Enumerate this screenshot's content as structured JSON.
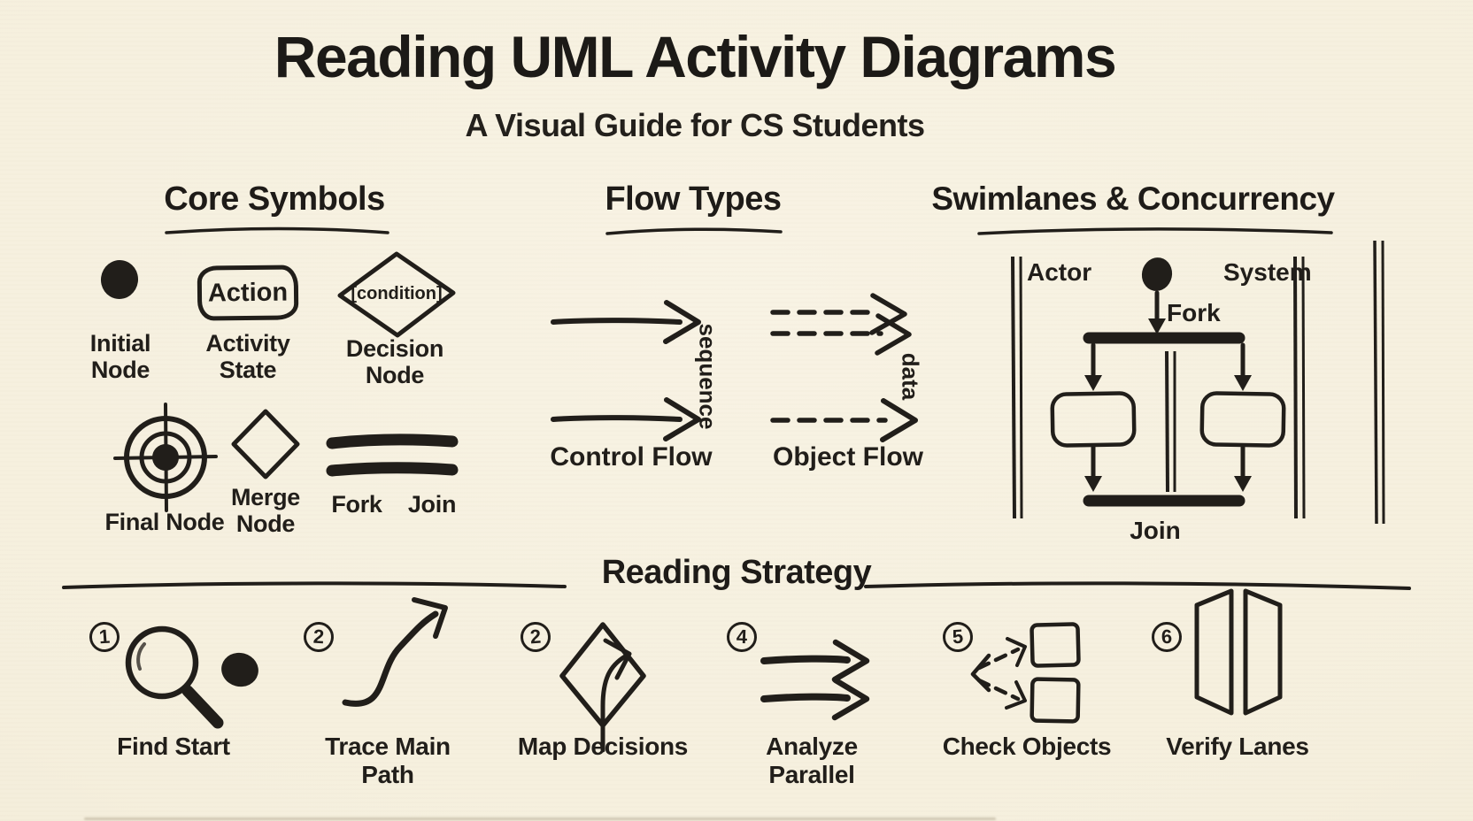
{
  "header": {
    "title": "Reading UML Activity Diagrams",
    "subtitle": "A Visual Guide for CS Students"
  },
  "colors": {
    "background": "#f5efdd",
    "ink": "#211e1a"
  },
  "sections": {
    "core_symbols": {
      "heading": "Core Symbols",
      "initial_node": {
        "label_line1": "Initial",
        "label_line2": "Node"
      },
      "activity_state": {
        "symbol_text": "Action",
        "label_line1": "Activity",
        "label_line2": "State"
      },
      "decision_node": {
        "symbol_text": "[condition]",
        "label_line1": "Decision",
        "label_line2": "Node"
      },
      "final_node": {
        "label": "Final Node"
      },
      "merge_node": {
        "label_line1": "Merge",
        "label_line2": "Node"
      },
      "fork_join": {
        "fork_label": "Fork",
        "join_label": "Join"
      }
    },
    "flow_types": {
      "heading": "Flow Types",
      "control": {
        "label": "Control Flow",
        "annotation": "sequence"
      },
      "object": {
        "label": "Object Flow",
        "annotation": "data"
      }
    },
    "swimlanes": {
      "heading": "Swimlanes & Concurrency",
      "left_lane": "Actor",
      "right_lane": "System",
      "fork_label": "Fork",
      "join_label": "Join"
    },
    "reading_strategy": {
      "heading": "Reading Strategy",
      "steps": [
        {
          "number": "1",
          "label": "Find Start"
        },
        {
          "number": "2",
          "label": "Trace Main Path"
        },
        {
          "number": "2",
          "label": "Map Decisions"
        },
        {
          "number": "4",
          "label": "Analyze Parallel"
        },
        {
          "number": "5",
          "label": "Check Objects"
        },
        {
          "number": "6",
          "label": "Verify Lanes"
        }
      ]
    }
  }
}
